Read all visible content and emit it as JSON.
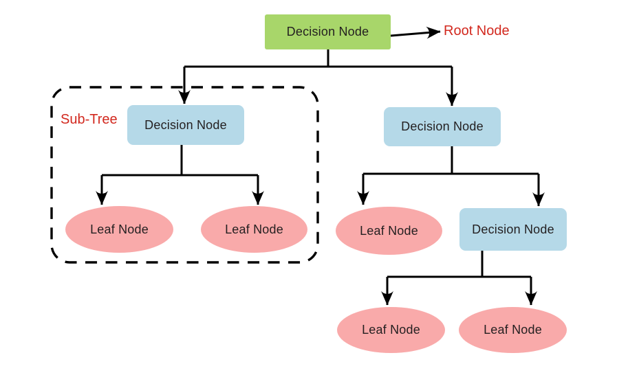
{
  "diagram": {
    "type": "decision-tree"
  },
  "nodes": {
    "root": {
      "label": "Decision Node",
      "kind": "root",
      "fill": "#a8d66a"
    },
    "subtree_decision": {
      "label": "Decision Node",
      "kind": "decision",
      "fill": "#b5d9e8"
    },
    "subtree_leaf_left": {
      "label": "Leaf Node",
      "kind": "leaf",
      "fill": "#f9aaaa"
    },
    "subtree_leaf_right": {
      "label": "Leaf Node",
      "kind": "leaf",
      "fill": "#f9aaaa"
    },
    "right_decision": {
      "label": "Decision Node",
      "kind": "decision",
      "fill": "#b5d9e8"
    },
    "right_leaf": {
      "label": "Leaf Node",
      "kind": "leaf",
      "fill": "#f9aaaa"
    },
    "right_sub_decision": {
      "label": "Decision Node",
      "kind": "decision",
      "fill": "#b5d9e8"
    },
    "bottom_leaf_left": {
      "label": "Leaf Node",
      "kind": "leaf",
      "fill": "#f9aaaa"
    },
    "bottom_leaf_right": {
      "label": "Leaf Node",
      "kind": "leaf",
      "fill": "#f9aaaa"
    }
  },
  "annotations": {
    "root_pointer": {
      "label": "Root Node",
      "color": "#d2281e"
    },
    "subtree": {
      "label": "Sub-Tree",
      "color": "#c9302c"
    }
  },
  "edges": [
    {
      "from": "root",
      "to": "subtree_decision"
    },
    {
      "from": "root",
      "to": "right_decision"
    },
    {
      "from": "subtree_decision",
      "to": "subtree_leaf_left"
    },
    {
      "from": "subtree_decision",
      "to": "subtree_leaf_right"
    },
    {
      "from": "right_decision",
      "to": "right_leaf"
    },
    {
      "from": "right_decision",
      "to": "right_sub_decision"
    },
    {
      "from": "right_sub_decision",
      "to": "bottom_leaf_left"
    },
    {
      "from": "right_sub_decision",
      "to": "bottom_leaf_right"
    }
  ],
  "colors": {
    "background": "#ffffff",
    "connector": "#000000",
    "node_text": "#231f20",
    "root_node_fill": "#a8d66a",
    "decision_node_fill": "#b5d9e8",
    "leaf_node_fill": "#f9aaaa",
    "annotation_red": "#d2281e"
  }
}
